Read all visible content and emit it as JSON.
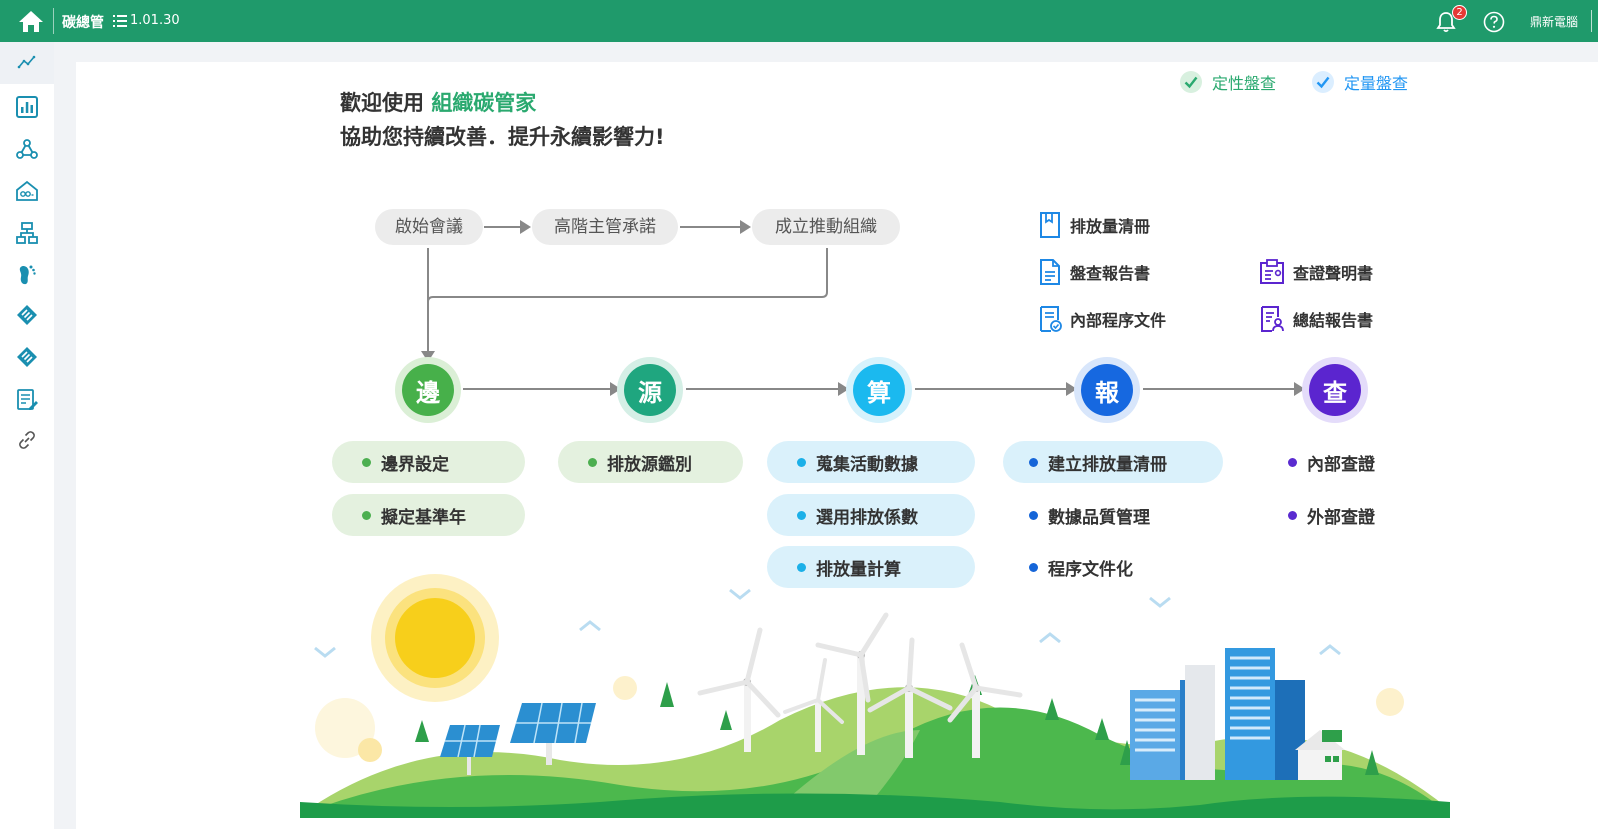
{
  "topbar": {
    "app_name": "碳總管",
    "version": "1.01.30",
    "notification_count": "2",
    "user_name": "鼎新電腦"
  },
  "sidebar": {
    "items": [
      "trend-icon",
      "bar-chart-icon",
      "network-icon",
      "co2-house-icon",
      "org-chart-icon",
      "co2-footprint-icon",
      "diamond-layers-icon",
      "diamond-layers-2-icon",
      "report-edit-icon",
      "link-icon"
    ]
  },
  "welcome": {
    "line1_prefix": "歡迎使用 ",
    "brand": "組織碳管家",
    "line2": "協助您持續改善．提升永續影響力!"
  },
  "tabs": {
    "qualitative": "定性盤查",
    "quantitative": "定量盤查"
  },
  "flow": {
    "step1": "啟始會議",
    "step2": "高階主管承諾",
    "step3": "成立推動組織"
  },
  "stages": [
    {
      "label": "邊",
      "color": "#47b04a",
      "ring": "#dbefd6"
    },
    {
      "label": "源",
      "color": "#1fa67f",
      "ring": "#d5efe6"
    },
    {
      "label": "算",
      "color": "#1bb9ef",
      "ring": "#d6f2fc"
    },
    {
      "label": "報",
      "color": "#1668e0",
      "ring": "#d8e6fb"
    },
    {
      "label": "查",
      "color": "#5b25cf",
      "ring": "#e4dcfa"
    }
  ],
  "tasks": {
    "boundary": [
      "邊界設定",
      "擬定基準年"
    ],
    "source": [
      "排放源鑑別"
    ],
    "calc": [
      "蒐集活動數據",
      "選用排放係數",
      "排放量計算"
    ],
    "report": [
      "建立排放量清冊",
      "數據品質管理",
      "程序文件化"
    ],
    "verify": [
      "內部查證",
      "外部查證"
    ]
  },
  "documents": {
    "inventory": "排放量清冊",
    "inspection_report": "盤查報告書",
    "internal_procedures": "內部程序文件",
    "verification_statement": "查證聲明書",
    "summary_report": "總結報告書"
  }
}
